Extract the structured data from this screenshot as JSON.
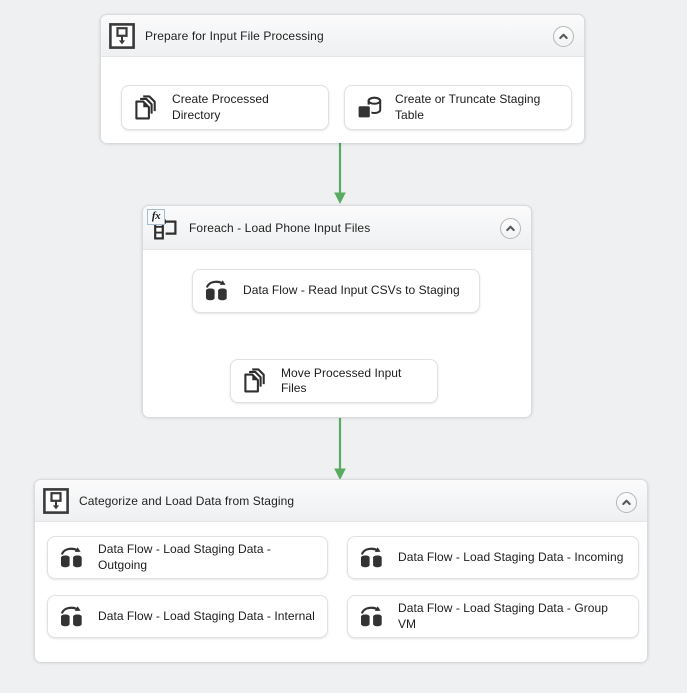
{
  "theme": {
    "canvas_background": "#eef0f2",
    "container_background": "#ffffff",
    "container_header_background": "#f4f5f6",
    "container_border": "#d9dbdd",
    "task_background": "#ffffff",
    "task_border": "#dfe1e3",
    "connector_color": "#5aab62",
    "text_color": "#1c1c1c",
    "icon_color": "#333333",
    "fx_badge_border": "#a8bcd0"
  },
  "containers": [
    {
      "id": "prepare",
      "title": "Prepare for Input File Processing",
      "icon": "sequence-container-icon",
      "collapse_icon": "chevron-up-icon",
      "has_fx_badge": false,
      "tasks": [
        {
          "label": "Create Processed Directory",
          "icon": "file-system-task-icon"
        },
        {
          "label": "Create or Truncate Staging Table",
          "icon": "execute-sql-task-icon"
        }
      ]
    },
    {
      "id": "foreach",
      "title": "Foreach - Load Phone Input Files",
      "icon": "foreach-loop-container-icon",
      "collapse_icon": "chevron-up-icon",
      "has_fx_badge": true,
      "fx_badge_label": "fx",
      "tasks": [
        {
          "label": "Data Flow - Read Input CSVs to Staging",
          "icon": "data-flow-task-icon"
        },
        {
          "label": "Move Processed Input Files",
          "icon": "file-system-task-icon"
        }
      ]
    },
    {
      "id": "categorize",
      "title": "Categorize and Load Data from Staging",
      "icon": "sequence-container-icon",
      "collapse_icon": "chevron-up-icon",
      "has_fx_badge": false,
      "tasks": [
        {
          "label": "Data Flow - Load Staging Data - Outgoing",
          "icon": "data-flow-task-icon"
        },
        {
          "label": "Data Flow - Load Staging Data - Incoming",
          "icon": "data-flow-task-icon"
        },
        {
          "label": "Data Flow - Load Staging Data - Internal",
          "icon": "data-flow-task-icon"
        },
        {
          "label": "Data Flow - Load Staging Data - Group VM",
          "icon": "data-flow-task-icon"
        }
      ]
    }
  ],
  "connectors": [
    {
      "from": "prepare",
      "to": "foreach",
      "type": "precedence-constraint-success"
    },
    {
      "from": "foreach.data-flow-read-input-csvs",
      "to": "foreach.move-processed-input-files",
      "type": "precedence-constraint-success"
    },
    {
      "from": "foreach",
      "to": "categorize",
      "type": "precedence-constraint-success"
    }
  ]
}
